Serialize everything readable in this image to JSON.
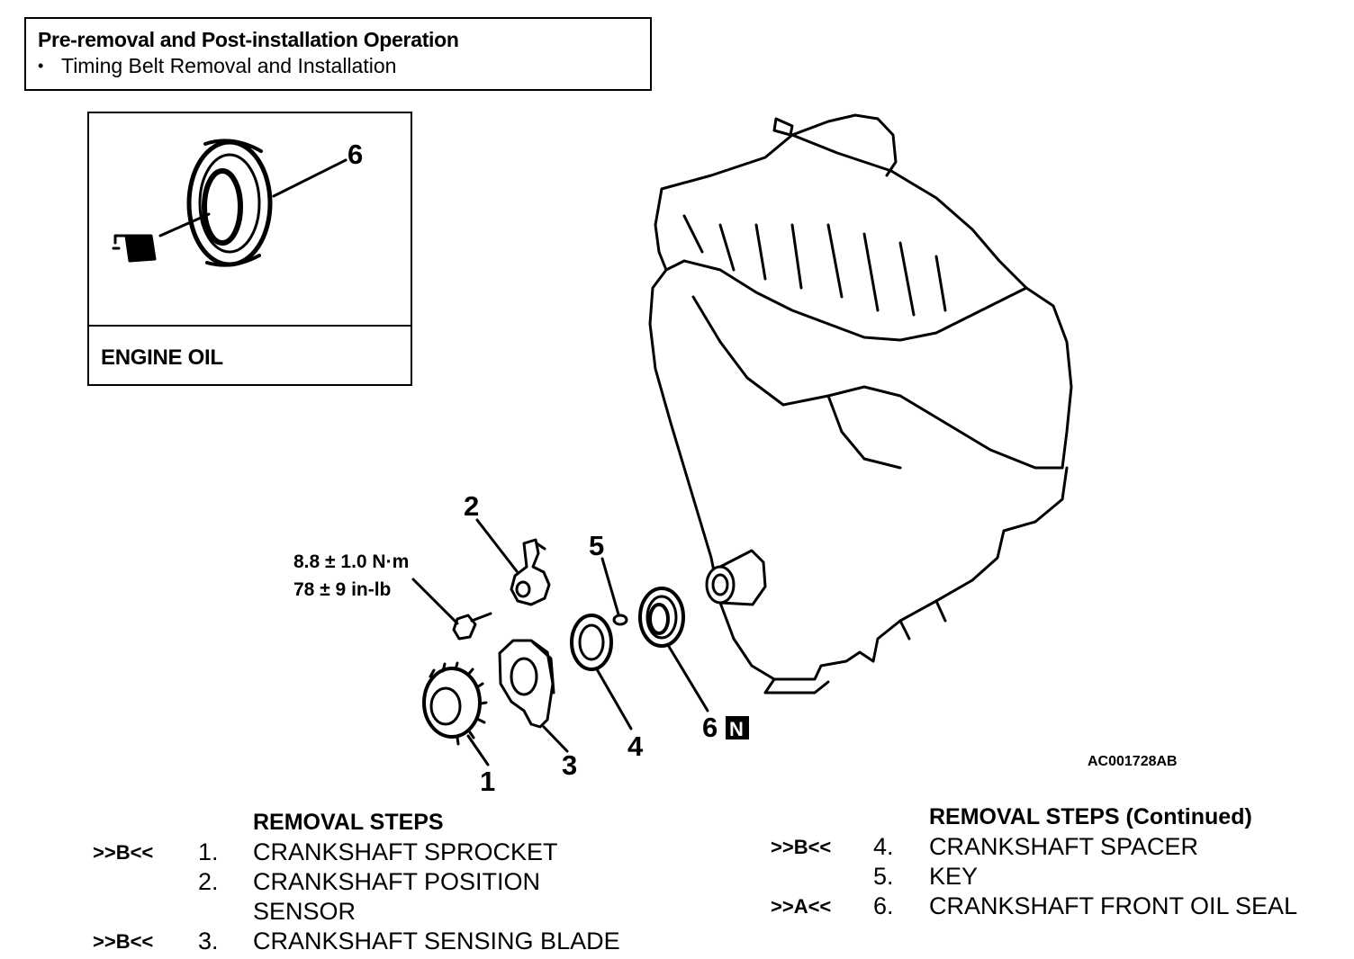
{
  "pre_removal": {
    "title": "Pre-removal and Post-installation Operation",
    "bullet": "•",
    "items": [
      "Timing Belt Removal and Installation"
    ]
  },
  "inset": {
    "callout": "6",
    "caption": "ENGINE OIL"
  },
  "callouts": {
    "c1": "1",
    "c2": "2",
    "c3": "3",
    "c4": "4",
    "c5": "5",
    "c6": "6",
    "c6_badge": "N"
  },
  "torque": {
    "metric": "8.8 ± 1.0 N·m",
    "imperial": "78 ± 9 in-lb"
  },
  "figure_id": "AC001728AB",
  "removal_steps_left": {
    "heading": "REMOVAL STEPS",
    "steps": [
      {
        "mark": ">>B<<",
        "num": "1.",
        "name": "CRANKSHAFT SPROCKET"
      },
      {
        "mark": "",
        "num": "2.",
        "name": "CRANKSHAFT POSITION"
      },
      {
        "mark": "",
        "num": "",
        "name": "SENSOR"
      },
      {
        "mark": ">>B<<",
        "num": "3.",
        "name": "CRANKSHAFT SENSING BLADE"
      }
    ]
  },
  "removal_steps_right": {
    "heading": "REMOVAL STEPS (Continued)",
    "steps": [
      {
        "mark": ">>B<<",
        "num": "4.",
        "name": "CRANKSHAFT SPACER"
      },
      {
        "mark": "",
        "num": "5.",
        "name": "KEY"
      },
      {
        "mark": ">>A<<",
        "num": "6.",
        "name": "CRANKSHAFT FRONT OIL SEAL"
      }
    ]
  }
}
